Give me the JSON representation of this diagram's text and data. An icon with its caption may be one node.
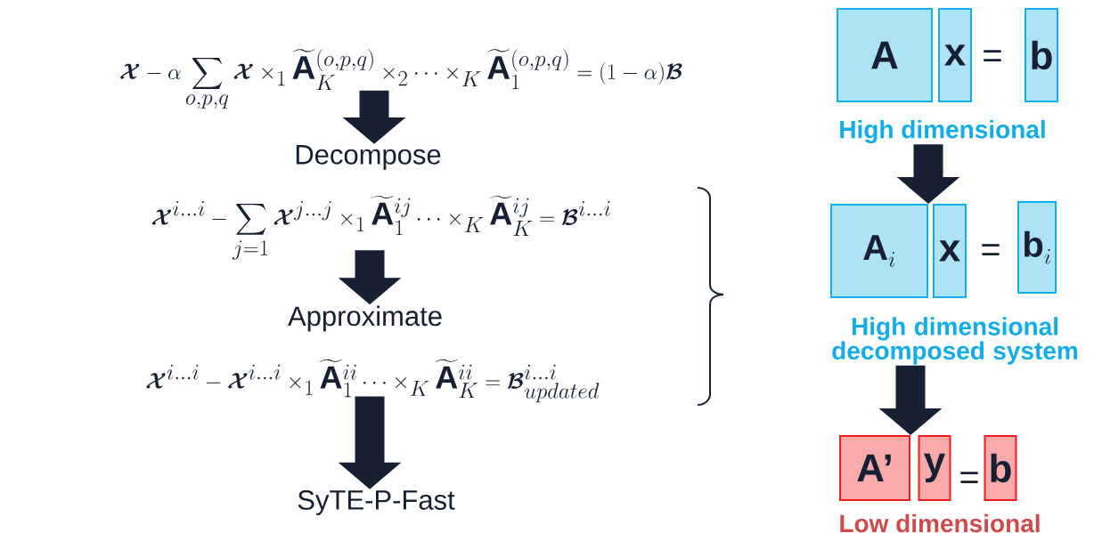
{
  "diagram": {
    "nodes": [
      {
        "text": [
          "\\boldsymbol{\\mathcal{X}}-\\alpha\\sum_{o,p,q}\\boldsymbol{\\mathcal{X}}\\times_1\\widetilde{\\mathbf{A}}_K^{(o,p,q)}\\times_2\\cdots\\times_K\\widetilde{\\mathbf{A}}_1^{(o,p,q)}=(1-\\alpha)\\boldsymbol{\\mathcal{B}}"
        ]
      },
      {
        "text": [
          "Decompose"
        ]
      },
      {
        "text": [
          "\\boldsymbol{\\mathcal{X}}^{i\\dots i}-\\sum_{j=1}\\boldsymbol{\\mathcal{X}}^{j\\dots j}\\times_1\\widetilde{\\mathbf{A}}_1^{ij}\\dots\\times_K\\widetilde{\\mathbf{A}}_K^{ij}=\\boldsymbol{\\mathcal{B}}^{i\\dots i}"
        ]
      },
      {
        "text": [
          "Approximate"
        ]
      },
      {
        "text": [
          "\\boldsymbol{\\mathcal{X}}^{i\\dots i}-\\boldsymbol{\\mathcal{X}}^{i\\dots i}\\times_1\\widetilde{\\mathbf{A}}_1^{ii}\\dots\\times_K\\widetilde{\\mathbf{A}}_K^{ii}=\\boldsymbol{\\mathcal{B}}_{updated}^{i\\dots i}"
        ]
      },
      {
        "text": [
          "SyTE-P-Fast"
        ]
      },
      {
        "text": [
          "A"
        ]
      },
      {
        "text": [
          "x"
        ]
      },
      {
        "text": [
          "b"
        ]
      },
      {
        "text": [
          "High dimensional"
        ]
      },
      {
        "text": [
          "\\mathbf{A}_i"
        ]
      },
      {
        "text": [
          "x"
        ]
      },
      {
        "text": [
          "\\mathbf{b}_i"
        ]
      },
      {
        "text": [
          "High dimensional decomposed system"
        ]
      },
      {
        "text": [
          "A’"
        ]
      },
      {
        "text": [
          "y"
        ]
      },
      {
        "text": [
          "b"
        ]
      }
    ],
    "edges": [
      {
        "from": 0,
        "to": 1,
        "arrow": "to"
      },
      {
        "from": 2,
        "to": 3,
        "arrow": "to"
      },
      {
        "from": 4,
        "to": 5,
        "arrow": "to"
      },
      {
        "from": 9,
        "to": 10,
        "arrow": "to"
      },
      {
        "from": 13,
        "to": 14,
        "arrow": "to"
      }
    ],
    "labels": [
      "=",
      "=",
      "=",
      "Low dimensional"
    ]
  }
}
